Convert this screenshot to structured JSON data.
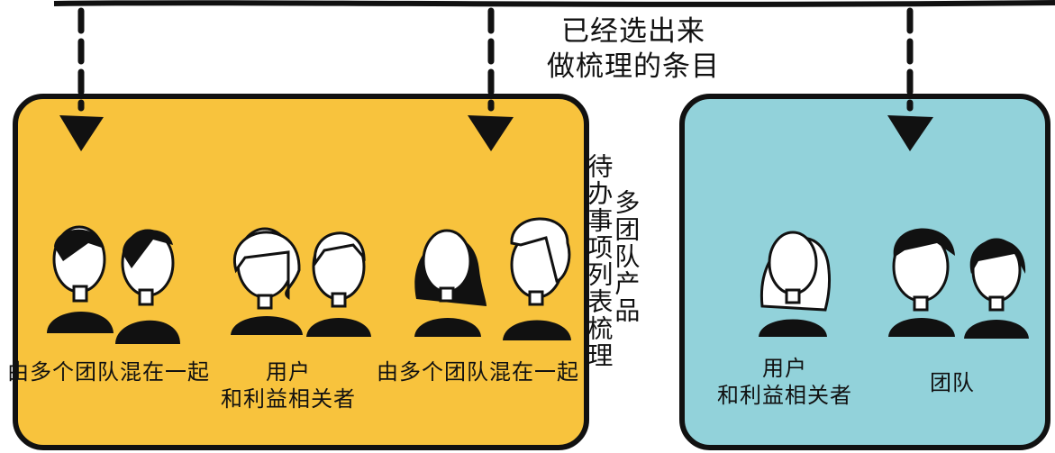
{
  "diagram": {
    "top_note": {
      "line1": "已经选出来",
      "line2": "做梳理的条目"
    },
    "vertical_note": {
      "line1": "待办事项列表梳理",
      "line2": "多团队产品"
    },
    "yellow_panel": {
      "group_left_label": "由多个团队混在一起",
      "group_middle_label_line1": "用户",
      "group_middle_label_line2": "和利益相关者",
      "group_right_label": "由多个团队混在一起"
    },
    "teal_panel": {
      "group_left_label_line1": "用户",
      "group_left_label_line2": "和利益相关者",
      "group_right_label": "团队"
    },
    "colors": {
      "yellow_panel": "#f8c33d",
      "teal_panel": "#92d2da",
      "ink": "#111111"
    },
    "icons": [
      "down-arrow-icon",
      "person-icon"
    ]
  }
}
